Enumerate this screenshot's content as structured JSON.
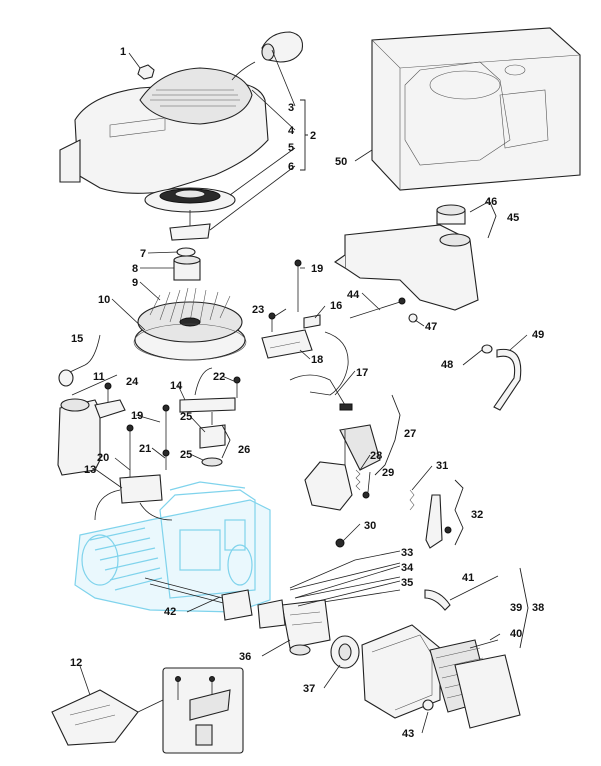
{
  "labels": [
    "1",
    "2",
    "3",
    "4",
    "5",
    "6",
    "7",
    "8",
    "9",
    "10",
    "11",
    "12",
    "13",
    "14",
    "15",
    "16",
    "17",
    "18",
    "19",
    "19",
    "20",
    "21",
    "22",
    "23",
    "24",
    "25",
    "25",
    "26",
    "27",
    "28",
    "29",
    "30",
    "31",
    "32",
    "33",
    "34",
    "35",
    "36",
    "37",
    "38",
    "39",
    "40",
    "41",
    "42",
    "43",
    "44",
    "45",
    "46",
    "47",
    "48",
    "49",
    "50"
  ],
  "colors": {
    "ink": "#222222",
    "ghost_engine": "#7fd3ec",
    "background": "#ffffff"
  }
}
